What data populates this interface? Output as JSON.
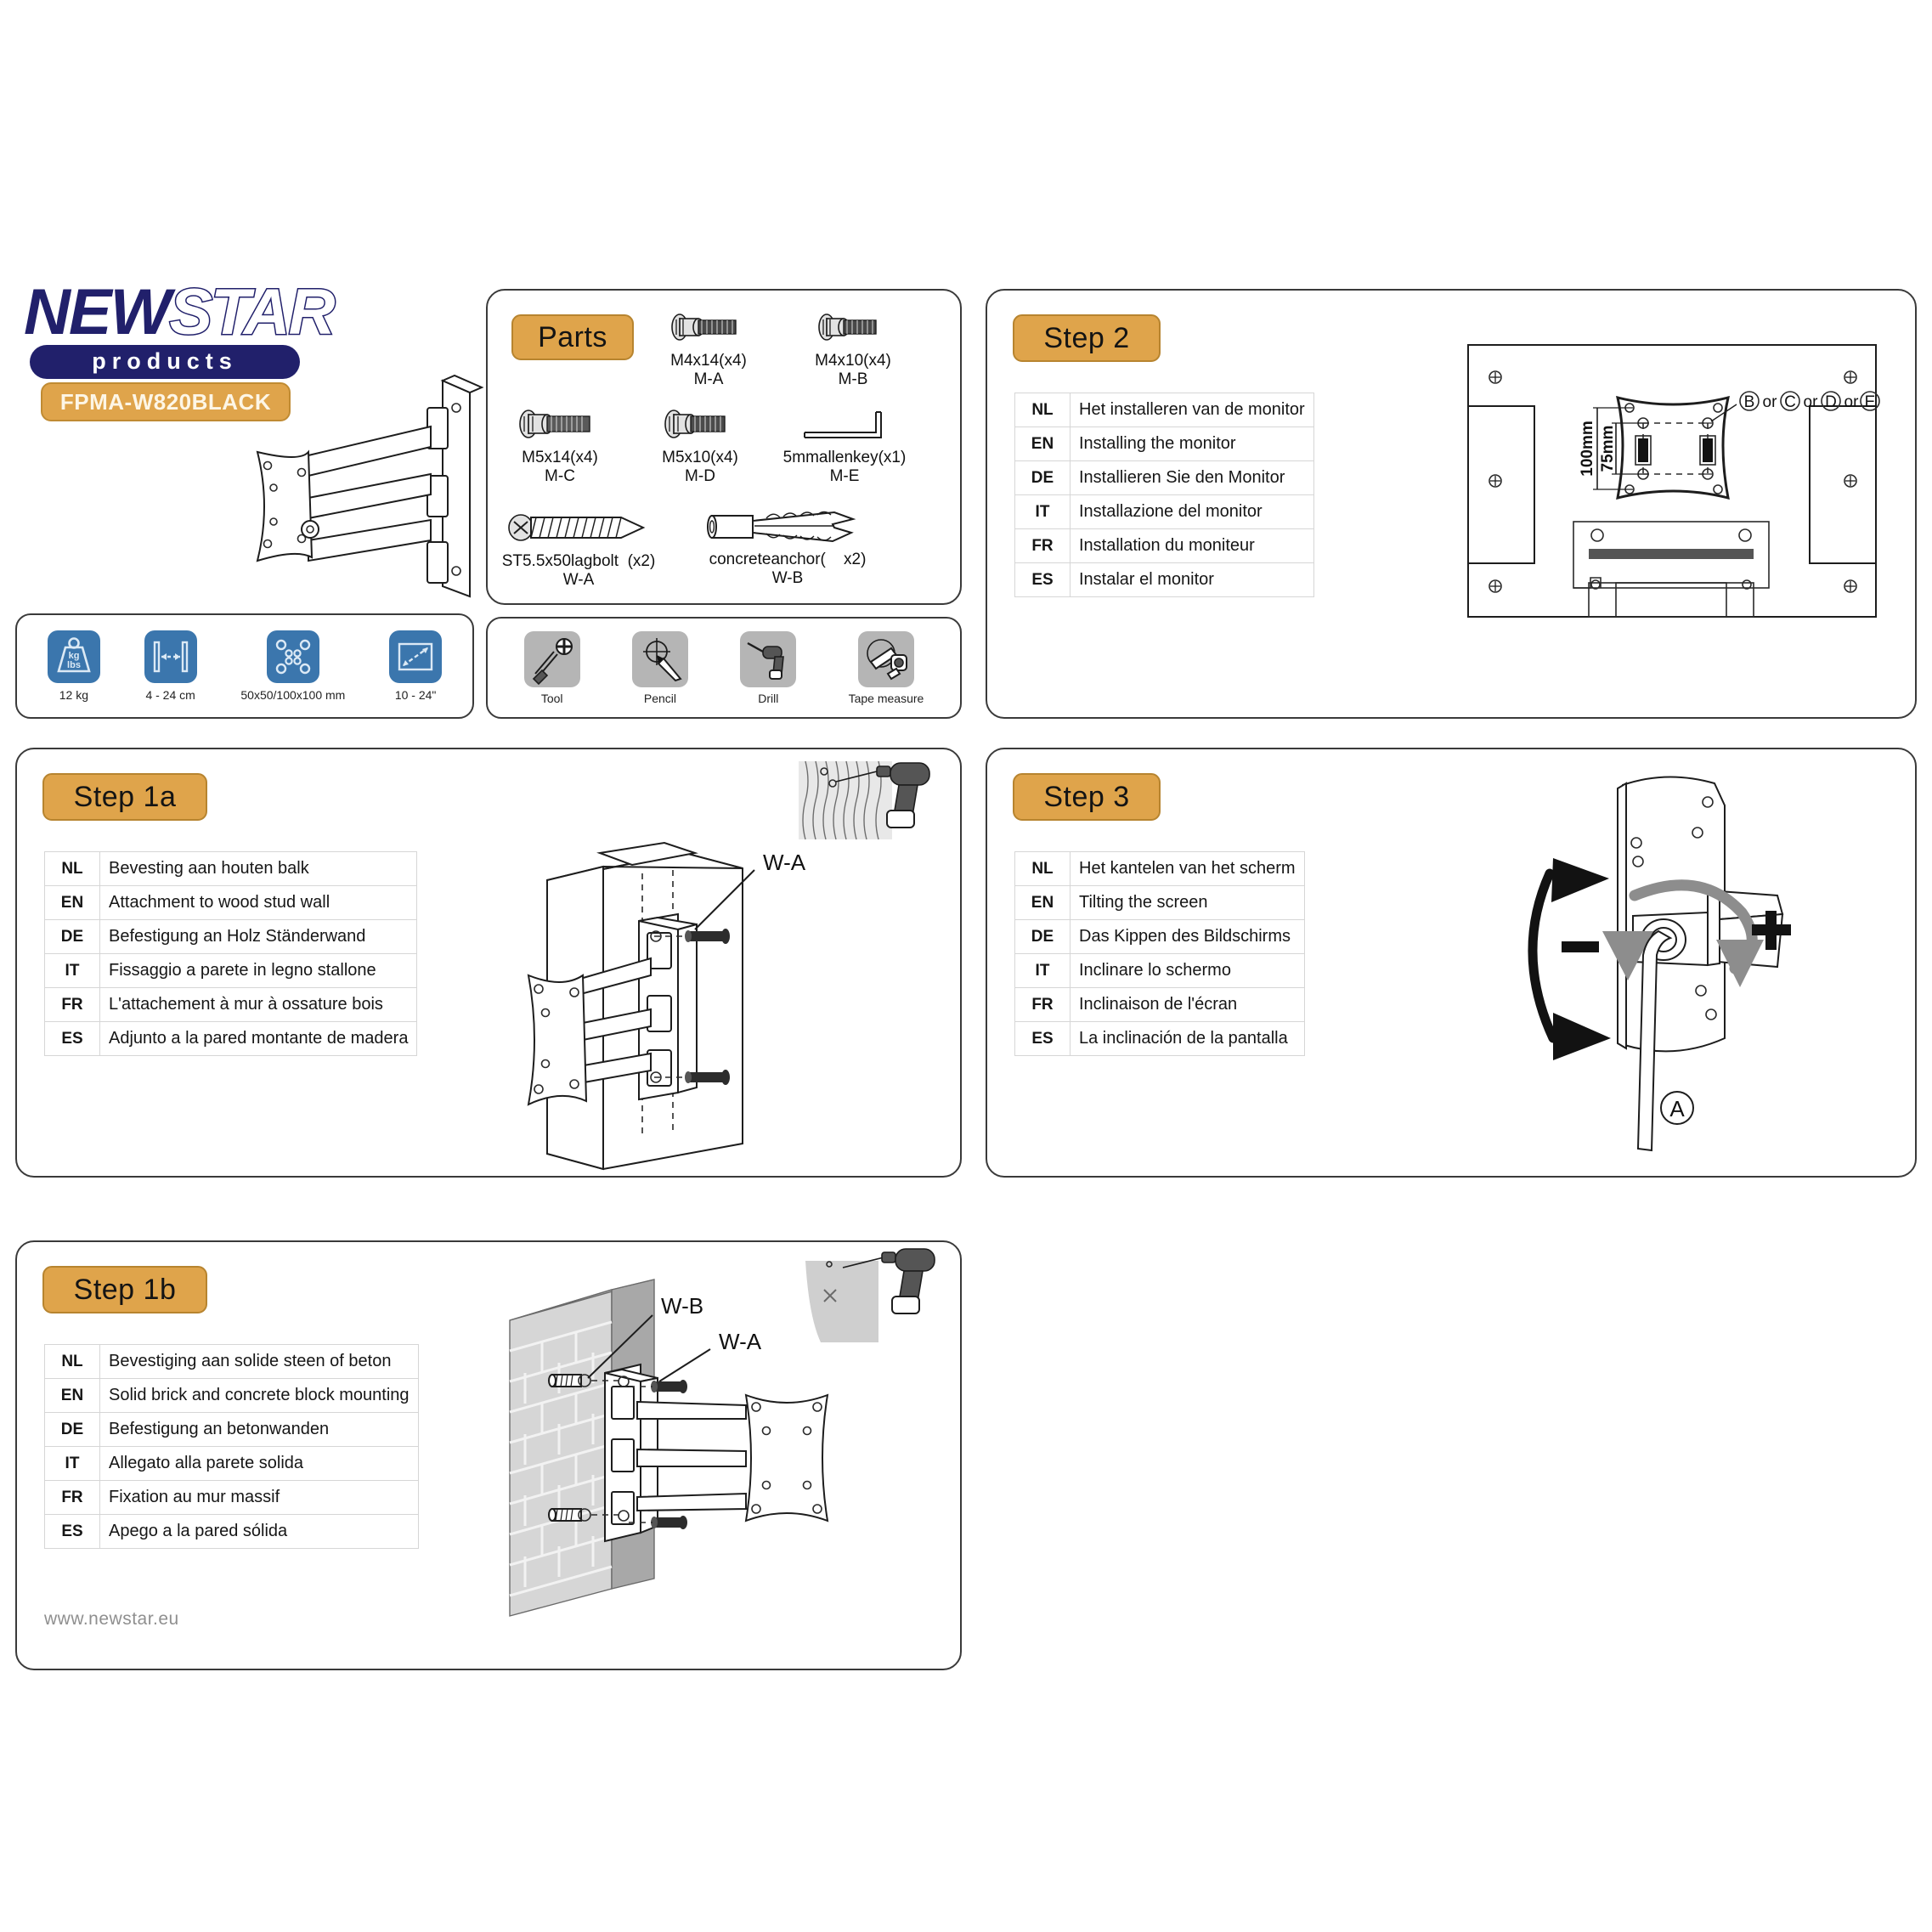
{
  "brand": {
    "logo_primary": "NEW",
    "logo_secondary": "STAR",
    "logo_sub": "products",
    "model": "FPMA-W820BLACK",
    "navy": "#21206b",
    "accent": "#dfa44b",
    "blue": "#3b76ad",
    "grey": "#b5b5b5"
  },
  "specs": [
    {
      "icon": "weight-icon",
      "label": "12 kg",
      "tile_text": [
        "kg",
        "lbs"
      ]
    },
    {
      "icon": "depth-icon",
      "label": "4 - 24  cm",
      "tile_text": []
    },
    {
      "icon": "vesa-icon",
      "label": "50x50/100x100 mm",
      "tile_text": []
    },
    {
      "icon": "screen-size-icon",
      "label": "10 - 24\"",
      "tile_text": []
    }
  ],
  "parts": {
    "title": "Parts",
    "items": [
      {
        "icon": "bolt-icon",
        "line1": "M4x14(x4)",
        "line2": "M-A"
      },
      {
        "icon": "bolt-icon",
        "line1": "M4x10(x4)",
        "line2": "M-B"
      },
      {
        "icon": "bolt-icon",
        "line1": "M5x14(x4)",
        "line2": "M-C"
      },
      {
        "icon": "bolt-icon",
        "line1": "M5x10(x4)",
        "line2": "M-D"
      },
      {
        "icon": "allen-key-icon",
        "line1": "5mmallenkey(x1)",
        "line2": "M-E"
      },
      {
        "icon": "lag-bolt-icon",
        "line1": "ST5.5x50lagbolt  (x2)",
        "line2": "W-A"
      },
      {
        "icon": "concrete-anchor-icon",
        "line1": "concreteanchor(    x2)",
        "line2": "W-B"
      }
    ]
  },
  "tools": [
    {
      "icon": "screwdriver-icon",
      "label": "Tool"
    },
    {
      "icon": "pencil-icon",
      "label": "Pencil"
    },
    {
      "icon": "drill-icon",
      "label": "Drill"
    },
    {
      "icon": "tape-measure-icon",
      "label": "Tape measure"
    }
  ],
  "steps": {
    "step1a": {
      "title": "Step 1a",
      "rows": [
        {
          "code": "NL",
          "text": "Bevesting aan houten balk"
        },
        {
          "code": "EN",
          "text": "Attachment to wood stud wall"
        },
        {
          "code": "DE",
          "text": "Befestigung an Holz Ständerwand"
        },
        {
          "code": "IT",
          "text": "Fissaggio a parete in legno stallone"
        },
        {
          "code": "FR",
          "text": "L'attachement à mur à ossature bois"
        },
        {
          "code": "ES",
          "text": "Adjunto a la pared montante de madera"
        }
      ],
      "callouts": [
        "W-A"
      ]
    },
    "step1b": {
      "title": "Step 1b",
      "rows": [
        {
          "code": "NL",
          "text": "Bevestiging aan solide steen of beton"
        },
        {
          "code": "EN",
          "text": "Solid brick and concrete block mounting"
        },
        {
          "code": "DE",
          "text": "Befestigung an betonwanden"
        },
        {
          "code": "IT",
          "text": "Allegato alla parete solida"
        },
        {
          "code": "FR",
          "text": "Fixation au mur massif"
        },
        {
          "code": "ES",
          "text": "Apego a la pared sólida"
        }
      ],
      "callouts": [
        "W-B",
        "W-A"
      ]
    },
    "step2": {
      "title": "Step 2",
      "rows": [
        {
          "code": "NL",
          "text": "Het installeren van de monitor"
        },
        {
          "code": "EN",
          "text": "Installing the monitor"
        },
        {
          "code": "DE",
          "text": "Installieren Sie den Monitor"
        },
        {
          "code": "IT",
          "text": "Installazione del monitor"
        },
        {
          "code": "FR",
          "text": "Installation du moniteur"
        },
        {
          "code": "ES",
          "text": "Instalar el monitor"
        }
      ],
      "dim_outer": "100mm",
      "dim_inner": "75mm",
      "screw_options": [
        "B",
        "or",
        "C",
        "or",
        "D",
        "or",
        "E"
      ]
    },
    "step3": {
      "title": "Step 3",
      "rows": [
        {
          "code": "NL",
          "text": "Het kantelen van het scherm"
        },
        {
          "code": "EN",
          "text": "Tilting the screen"
        },
        {
          "code": "DE",
          "text": "Das Kippen des Bildschirms"
        },
        {
          "code": "IT",
          "text": "Inclinare lo schermo"
        },
        {
          "code": "FR",
          "text": "Inclinaison de l'écran"
        },
        {
          "code": "ES",
          "text": "La inclinación de la pantalla"
        }
      ],
      "minus": "–",
      "plus": "+",
      "tool_ref": "A"
    }
  },
  "footer": {
    "url": "www.newstar.eu"
  }
}
